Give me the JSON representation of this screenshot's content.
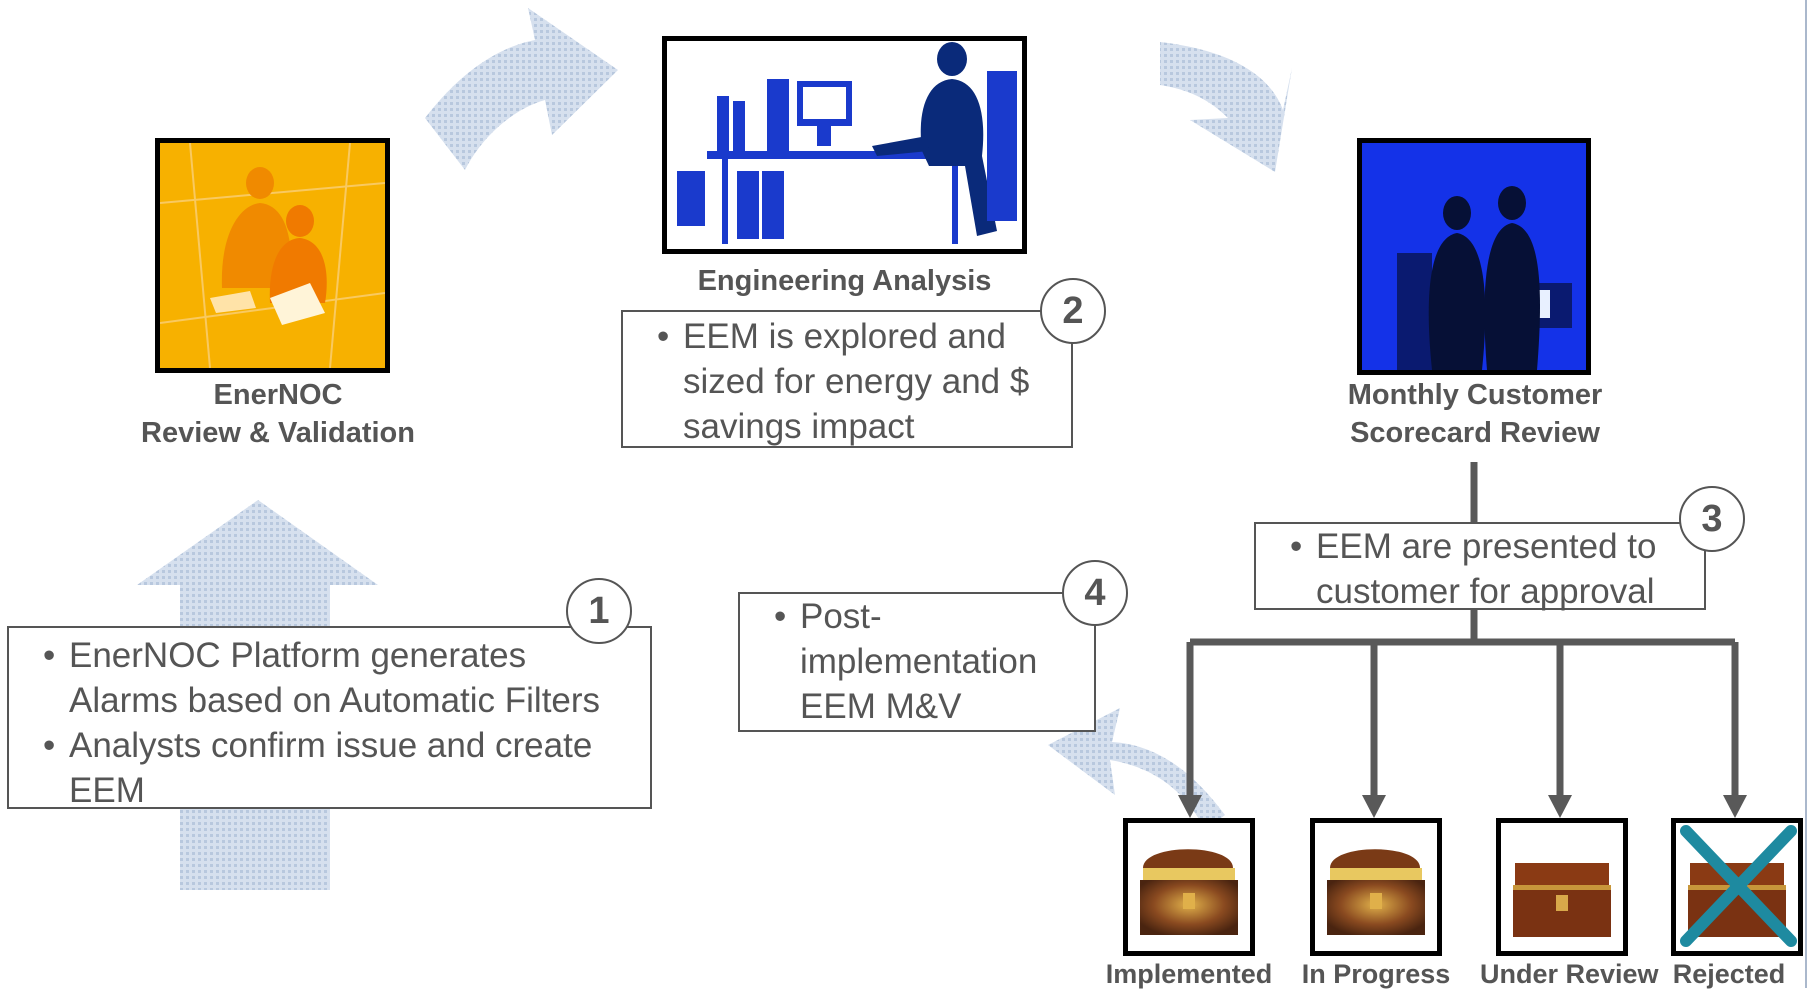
{
  "steps": {
    "review": {
      "title_line1": "EnerNOC",
      "title_line2": "Review & Validation"
    },
    "analysis": {
      "title": "Engineering Analysis"
    },
    "scorecard": {
      "title_line1": "Monthly Customer",
      "title_line2": "Scorecard Review"
    }
  },
  "boxes": {
    "box1": {
      "number": "1",
      "bullets": [
        "EnerNOC Platform generates Alarms based on Automatic Filters",
        "Analysts confirm issue and create EEM"
      ]
    },
    "box2": {
      "number": "2",
      "bullets": [
        "EEM is explored and sized for energy and $ savings impact"
      ]
    },
    "box3": {
      "number": "3",
      "bullets": [
        "EEM are presented to customer for approval"
      ]
    },
    "box4": {
      "number": "4",
      "bullets": [
        "Post-implementation EEM M&V"
      ]
    }
  },
  "outcomes": [
    "Implemented",
    "In Progress",
    "Under Review",
    "Rejected"
  ],
  "colors": {
    "text": "#555555",
    "arrow": "#c9d6e8",
    "connector": "#595959",
    "reject_x": "#1e8aa0"
  }
}
